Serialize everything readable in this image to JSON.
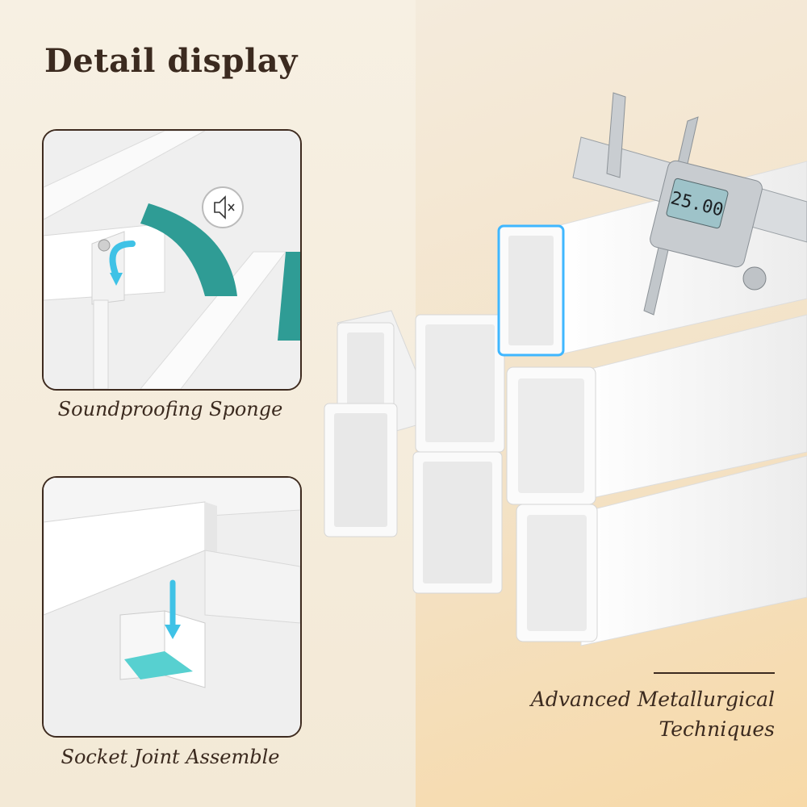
{
  "heading": "Detail display",
  "panels": [
    {
      "caption": "Soundproofing Sponge",
      "icon": "mute-speaker-icon"
    },
    {
      "caption": "Socket Joint Assemble",
      "icon": "down-arrow-icon"
    }
  ],
  "caliper_reading": "25.00",
  "feature": {
    "line1": "Advanced Metallurgical",
    "line2": "Techniques"
  },
  "colors": {
    "text": "#3b2a1f",
    "accent": "#2f9c95",
    "highlight": "#3fb7ff"
  }
}
